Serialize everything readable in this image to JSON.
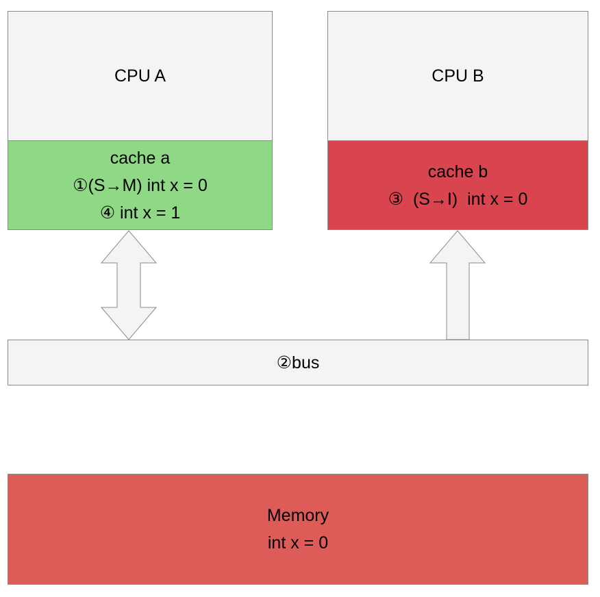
{
  "cpu_a": {
    "label": "CPU A"
  },
  "cpu_b": {
    "label": "CPU B"
  },
  "cache_a": {
    "title": "cache a",
    "step1": "①(S→M) int x = 0",
    "step4": "④ int x = 1"
  },
  "cache_b": {
    "title": "cache b",
    "step3": "③  (S→I)  int x = 0"
  },
  "bus": {
    "label": "②bus"
  },
  "memory": {
    "title": "Memory",
    "value": "int x = 0"
  },
  "colors": {
    "cpu_fill": "#f4f4f4",
    "cache_a_fill": "#8fd885",
    "cache_b_fill": "#d9454f",
    "memory_fill": "#de5c57",
    "bus_fill": "#f4f4f4",
    "arrow_fill": "#f4f4f4",
    "border": "#8a8a8a"
  }
}
